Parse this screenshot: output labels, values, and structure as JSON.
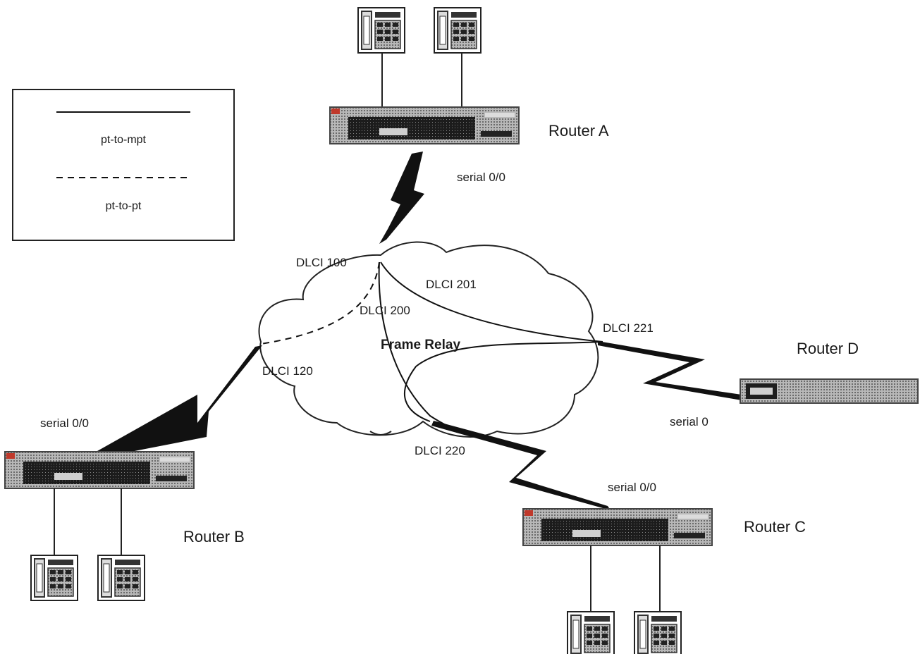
{
  "legend": {
    "solid_label": "pt-to-mpt",
    "dashed_label": "pt-to-pt"
  },
  "cloud": {
    "label": "Frame Relay"
  },
  "routers": {
    "a": {
      "name": "Router A",
      "interface": "serial 0/0"
    },
    "b": {
      "name": "Router B",
      "interface": "serial 0/0"
    },
    "c": {
      "name": "Router C",
      "interface": "serial 0/0"
    },
    "d": {
      "name": "Router D",
      "interface": "serial 0"
    }
  },
  "dlci": {
    "a_100": "DLCI 100",
    "a_201": "DLCI 201",
    "a_200": "DLCI 200",
    "b_120": "DLCI 120",
    "c_220": "DLCI 220",
    "d_221": "DLCI 221"
  },
  "colors": {
    "line": "#111111",
    "device": "#9a9a9a",
    "device_dark": "#1e1e1e"
  }
}
